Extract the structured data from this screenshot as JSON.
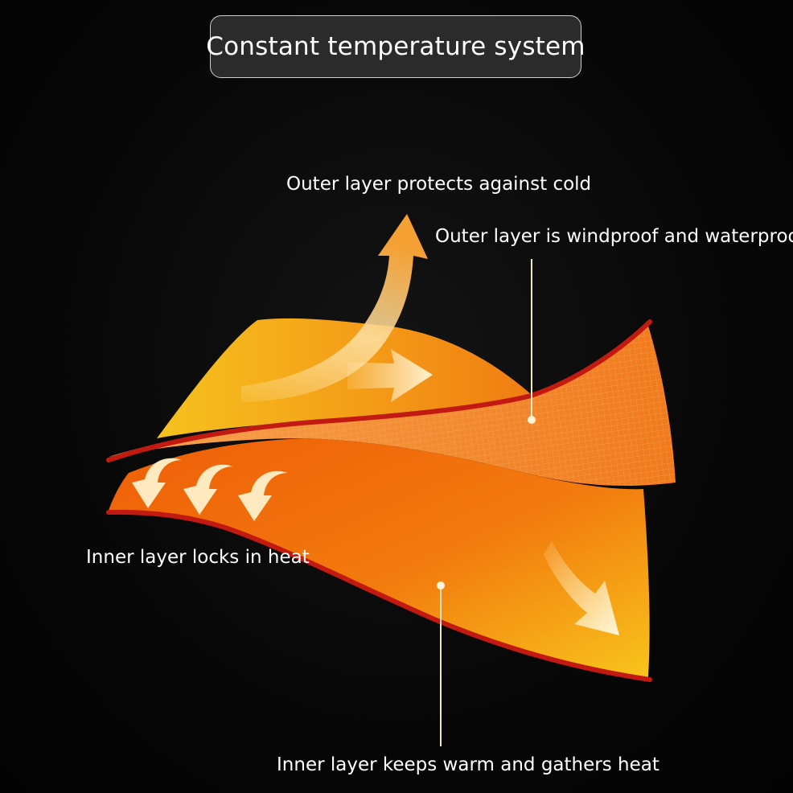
{
  "title": "Constant temperature system",
  "labels": {
    "outer_cold": "Outer layer protects against cold",
    "outer_wind": "Outer layer is windproof and waterproof",
    "inner_locks": "Inner layer locks in heat",
    "inner_warm": "Inner layer keeps warm and gathers heat"
  },
  "colors": {
    "background": "#050505",
    "title_box_fill": "#2b2b2b",
    "title_box_border": "#cfcfcf",
    "outer_layer_yellow": "#f7b21a",
    "outer_layer_orange": "#f07d12",
    "edge_red": "#c21a10",
    "mesh_orange": "#f28a2a",
    "inner_layer_orange": "#ee6a0c",
    "inner_layer_yellow": "#f8c21c",
    "arrow_cream": "#fff2c8",
    "leader_line": "#f3e6c8"
  },
  "icons": {
    "up_arrow": "curved-up-arrow-icon",
    "right_arrow": "right-arrow-icon",
    "down_curl_arrow": "curl-down-arrow-icon",
    "diagonal_arrow": "down-right-arrow-icon"
  }
}
